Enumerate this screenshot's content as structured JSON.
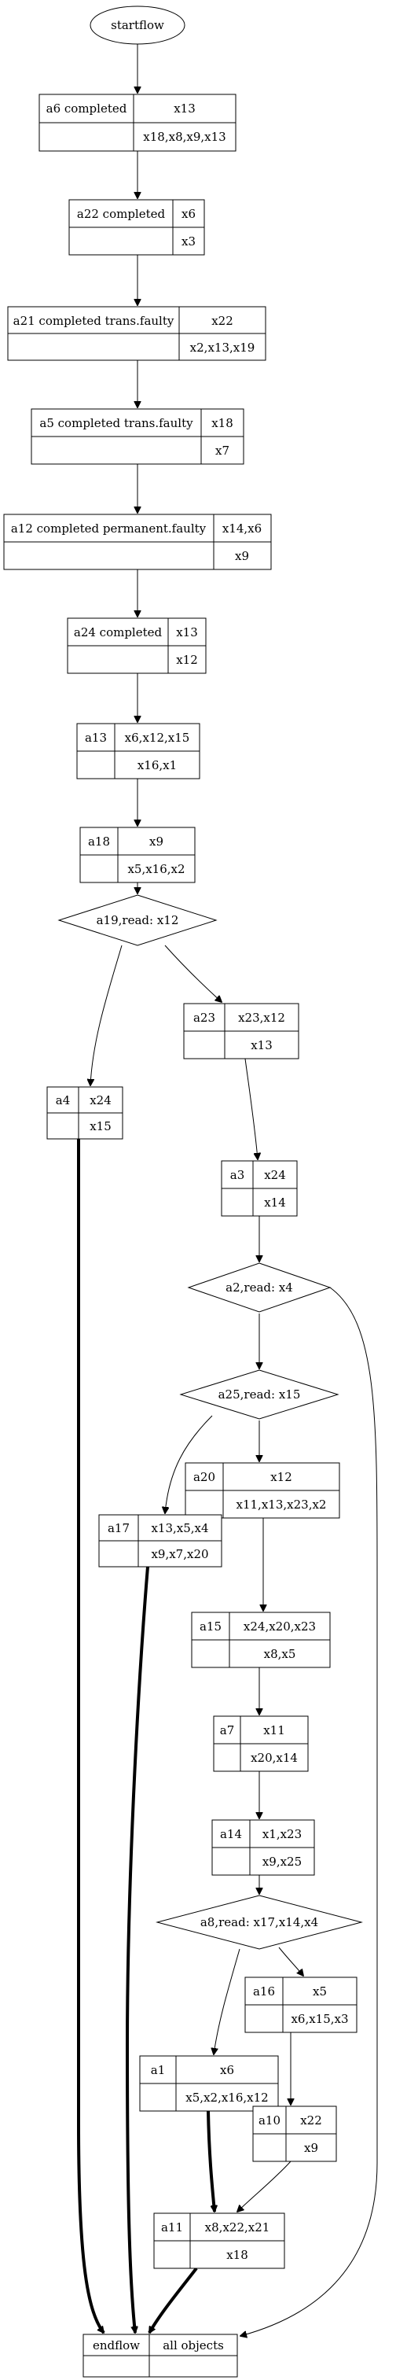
{
  "diagram": {
    "start_label": "startflow",
    "decisions": {
      "d19": "a19,read: x12",
      "d2": "a2,read: x4",
      "d25": "a25,read: x15",
      "d8": "a8,read: x17,x14,x4"
    },
    "activities": {
      "a6": {
        "name": "a6 completed",
        "top": "x13",
        "bottom": "x18,x8,x9,x13"
      },
      "a22": {
        "name": "a22 completed",
        "top": "x6",
        "bottom": "x3"
      },
      "a21": {
        "name": "a21 completed trans.faulty",
        "top": "x22",
        "bottom": "x2,x13,x19"
      },
      "a5": {
        "name": "a5 completed trans.faulty",
        "top": "x18",
        "bottom": "x7"
      },
      "a12": {
        "name": "a12 completed permanent.faulty",
        "top": "x14,x6",
        "bottom": "x9"
      },
      "a24": {
        "name": "a24 completed",
        "top": "x13",
        "bottom": "x12"
      },
      "a13": {
        "name": "a13",
        "top": "x6,x12,x15",
        "bottom": "x16,x1"
      },
      "a18": {
        "name": "a18",
        "top": "x9",
        "bottom": "x5,x16,x2"
      },
      "a23": {
        "name": "a23",
        "top": "x23,x12",
        "bottom": "x13"
      },
      "a4": {
        "name": "a4",
        "top": "x24",
        "bottom": "x15"
      },
      "a3": {
        "name": "a3",
        "top": "x24",
        "bottom": "x14"
      },
      "a20": {
        "name": "a20",
        "top": "x12",
        "bottom": "x11,x13,x23,x2"
      },
      "a17": {
        "name": "a17",
        "top": "x13,x5,x4",
        "bottom": "x9,x7,x20"
      },
      "a15": {
        "name": "a15",
        "top": "x24,x20,x23",
        "bottom": "x8,x5"
      },
      "a7": {
        "name": "a7",
        "top": "x11",
        "bottom": "x20,x14"
      },
      "a14": {
        "name": "a14",
        "top": "x1,x23",
        "bottom": "x9,x25"
      },
      "a16": {
        "name": "a16",
        "top": "x5",
        "bottom": "x6,x15,x3"
      },
      "a1": {
        "name": "a1",
        "top": "x6",
        "bottom": "x5,x2,x16,x12"
      },
      "a10": {
        "name": "a10",
        "top": "x22",
        "bottom": "x9"
      },
      "a11": {
        "name": "a11",
        "top": "x8,x22,x21",
        "bottom": "x18"
      }
    },
    "end": {
      "name": "endflow",
      "label": "all objects"
    }
  }
}
